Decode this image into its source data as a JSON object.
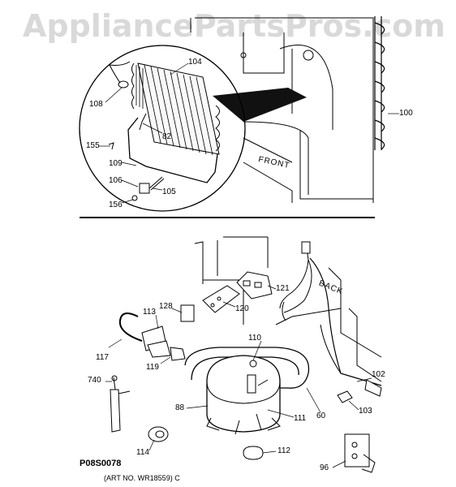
{
  "watermark": "AppliancePartsPros.com",
  "diagram_code": "P08S0078",
  "art_no": "(ART NO. WR18559) C",
  "front_text": "FRONT",
  "back_text": "BACK",
  "callouts": {
    "p100": "100",
    "p104": "104",
    "p108": "108",
    "p82": "82",
    "p155": "155",
    "p109": "109",
    "p106": "106",
    "p105": "105",
    "p156": "156",
    "p121": "121",
    "p120": "120",
    "p128": "128",
    "p113": "113",
    "p117": "117",
    "p110": "110",
    "p119": "119",
    "p740": "740",
    "p88": "88",
    "p60": "60",
    "p111": "111",
    "p102": "102",
    "p103": "103",
    "p114": "114",
    "p112": "112",
    "p96": "96"
  }
}
